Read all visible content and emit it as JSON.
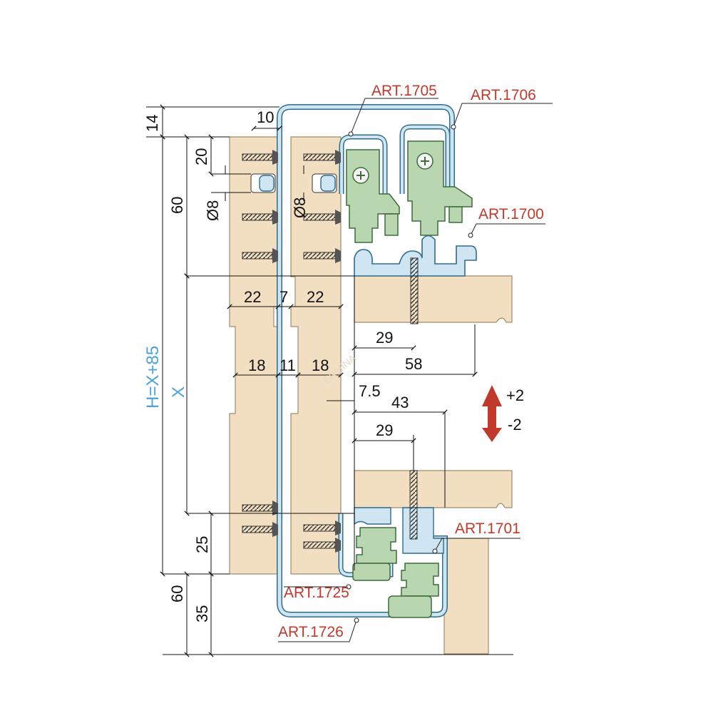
{
  "diagram": {
    "watermark": "ERMINA",
    "articles": {
      "art1705": "ART.1705",
      "art1706": "ART.1706",
      "art1700": "ART.1700",
      "art1701": "ART.1701",
      "art1725": "ART.1725",
      "art1726": "ART.1726"
    },
    "dimensions": {
      "d14": "14",
      "d10": "10",
      "d20": "20",
      "d60_top": "60",
      "d8_left": "Ø8",
      "d8_right": "Ø8",
      "d22_left": "22",
      "d7": "7",
      "d22_right": "22",
      "d18_left": "18",
      "d11": "11",
      "d18_right": "18",
      "d29_top": "29",
      "d58": "58",
      "d7_5": "7.5",
      "d43": "43",
      "d29_bottom": "29",
      "dX": "X",
      "dH": "H=X+85",
      "d25": "25",
      "d60_bottom": "60",
      "d35": "35",
      "tol_plus": "+2",
      "tol_minus": "-2"
    },
    "colors": {
      "wood": "#f2dfc2",
      "wood_edge": "#9e8a6e",
      "rail": "#cfe6f2",
      "rail_edge": "#2e6c8f",
      "plastic": "#b8d6b0",
      "plastic_edge": "#3d6b3b",
      "label": "#c0392b",
      "height_label": "#4aa3d8",
      "arrow": "#c0392b"
    }
  }
}
